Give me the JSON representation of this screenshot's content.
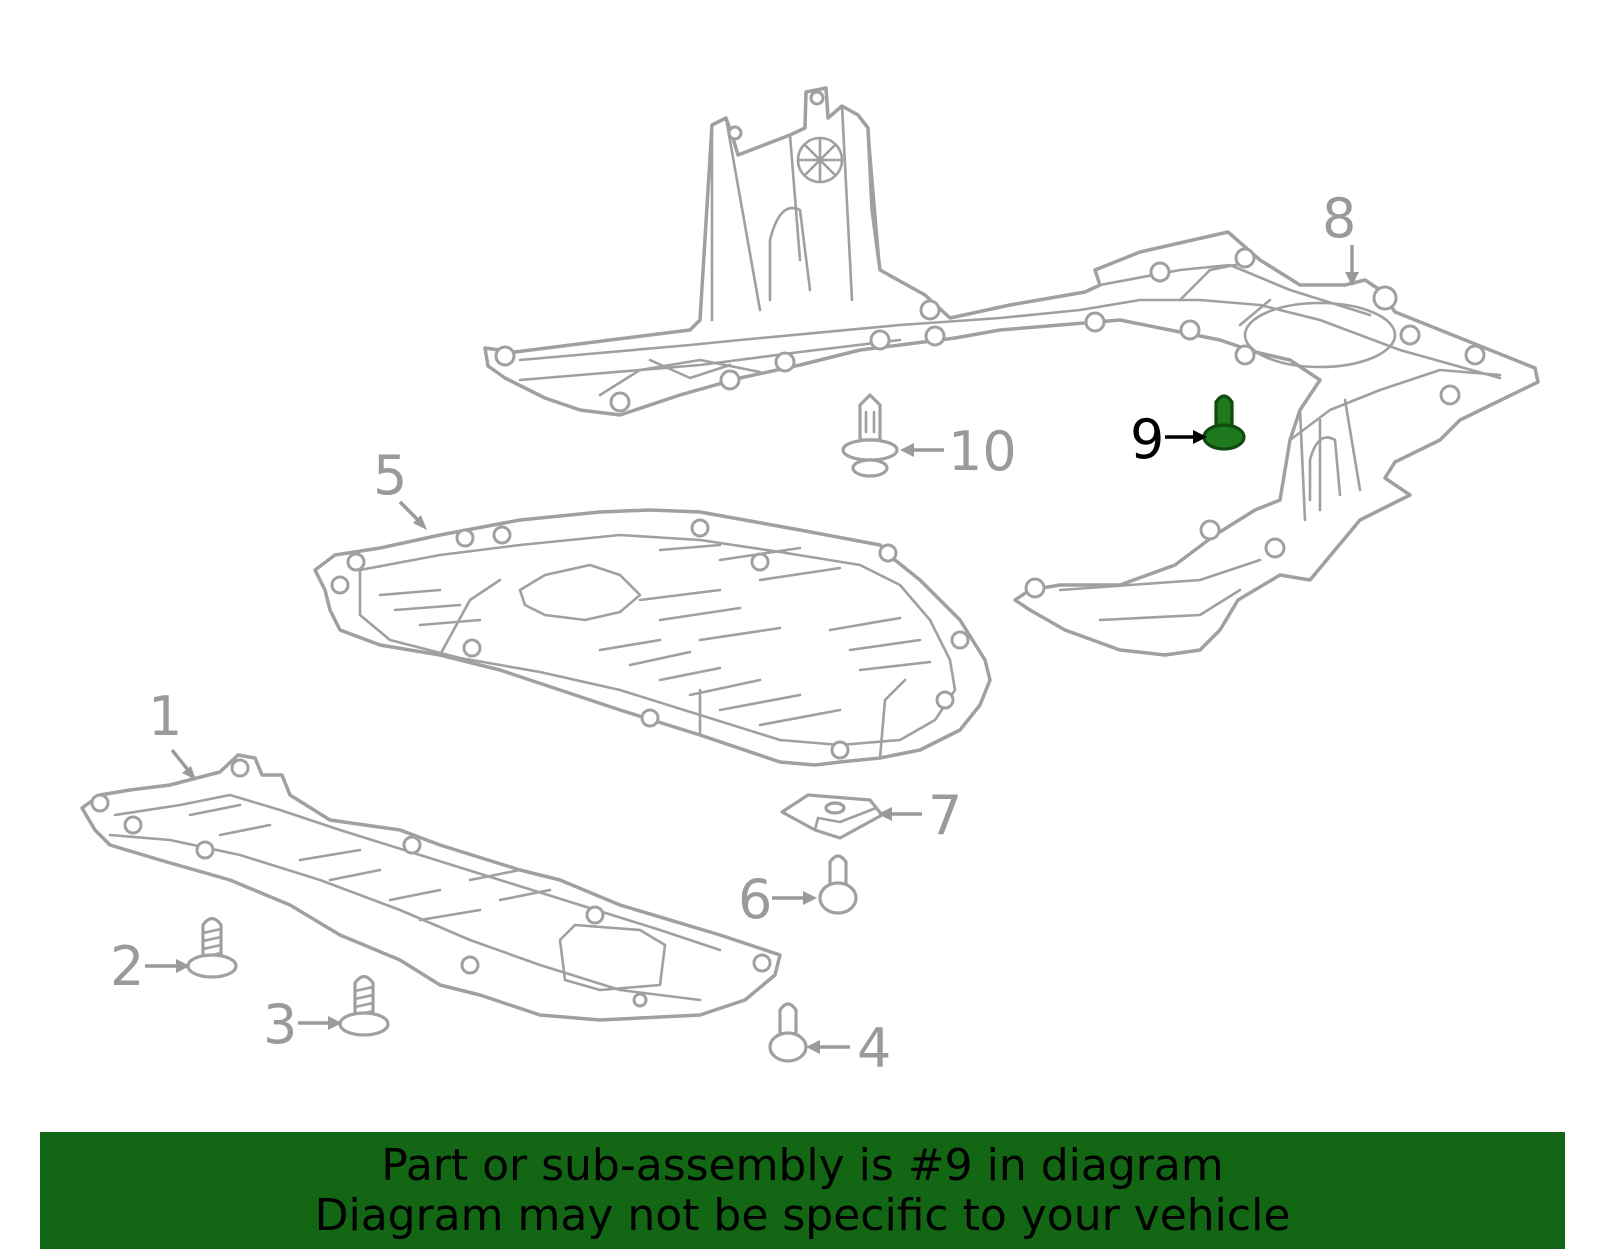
{
  "callouts": {
    "c1": "1",
    "c2": "2",
    "c3": "3",
    "c4": "4",
    "c5": "5",
    "c6": "6",
    "c7": "7",
    "c8": "8",
    "c9": "9",
    "c10": "10"
  },
  "highlight": {
    "callout": "9",
    "color": "#1f7a1f"
  },
  "banner": {
    "background": "#136613",
    "line1": "Part or sub-assembly is #9 in diagram",
    "line2": "Diagram may not be specific to your vehicle"
  }
}
